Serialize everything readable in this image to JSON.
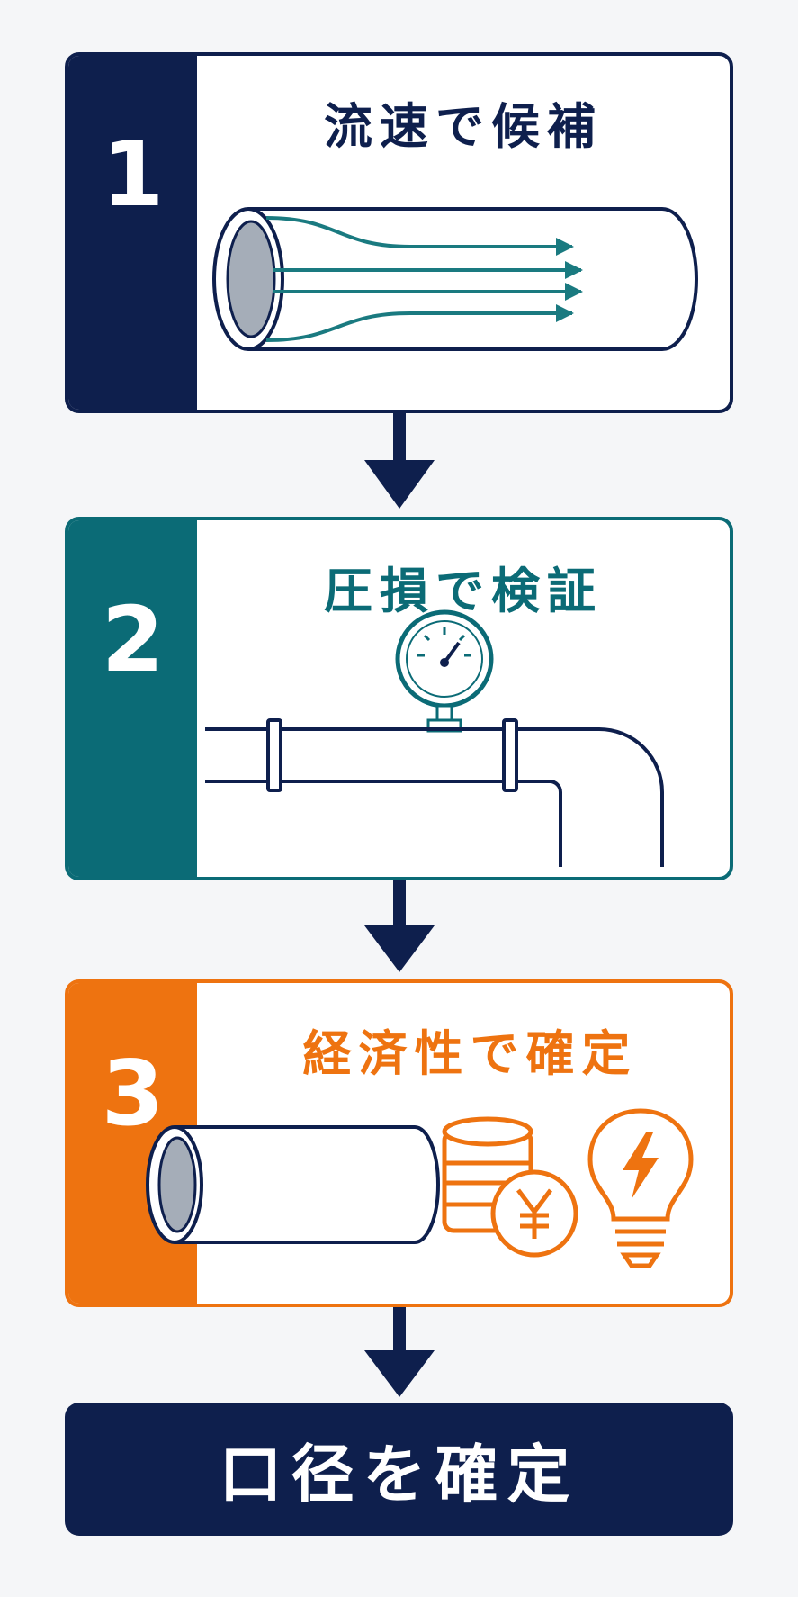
{
  "steps": [
    {
      "number": "1",
      "title": "流速で候補",
      "icon": "pipe-flow-icon",
      "color": "#0e1f4d"
    },
    {
      "number": "2",
      "title": "圧損で検証",
      "icon": "pressure-gauge-pipe-icon",
      "color": "#0b6b76"
    },
    {
      "number": "3",
      "title": "経済性で確定",
      "icons": [
        "pipe-icon",
        "yen-coins-icon",
        "lightbulb-icon"
      ],
      "color": "#ee7310"
    }
  ],
  "result": {
    "label": "口径を確定",
    "color": "#0e1f4d"
  },
  "colors": {
    "accent_flow": "#1a7a80",
    "pipe_inner": "#a5adb8",
    "background": "#f5f6f8"
  }
}
